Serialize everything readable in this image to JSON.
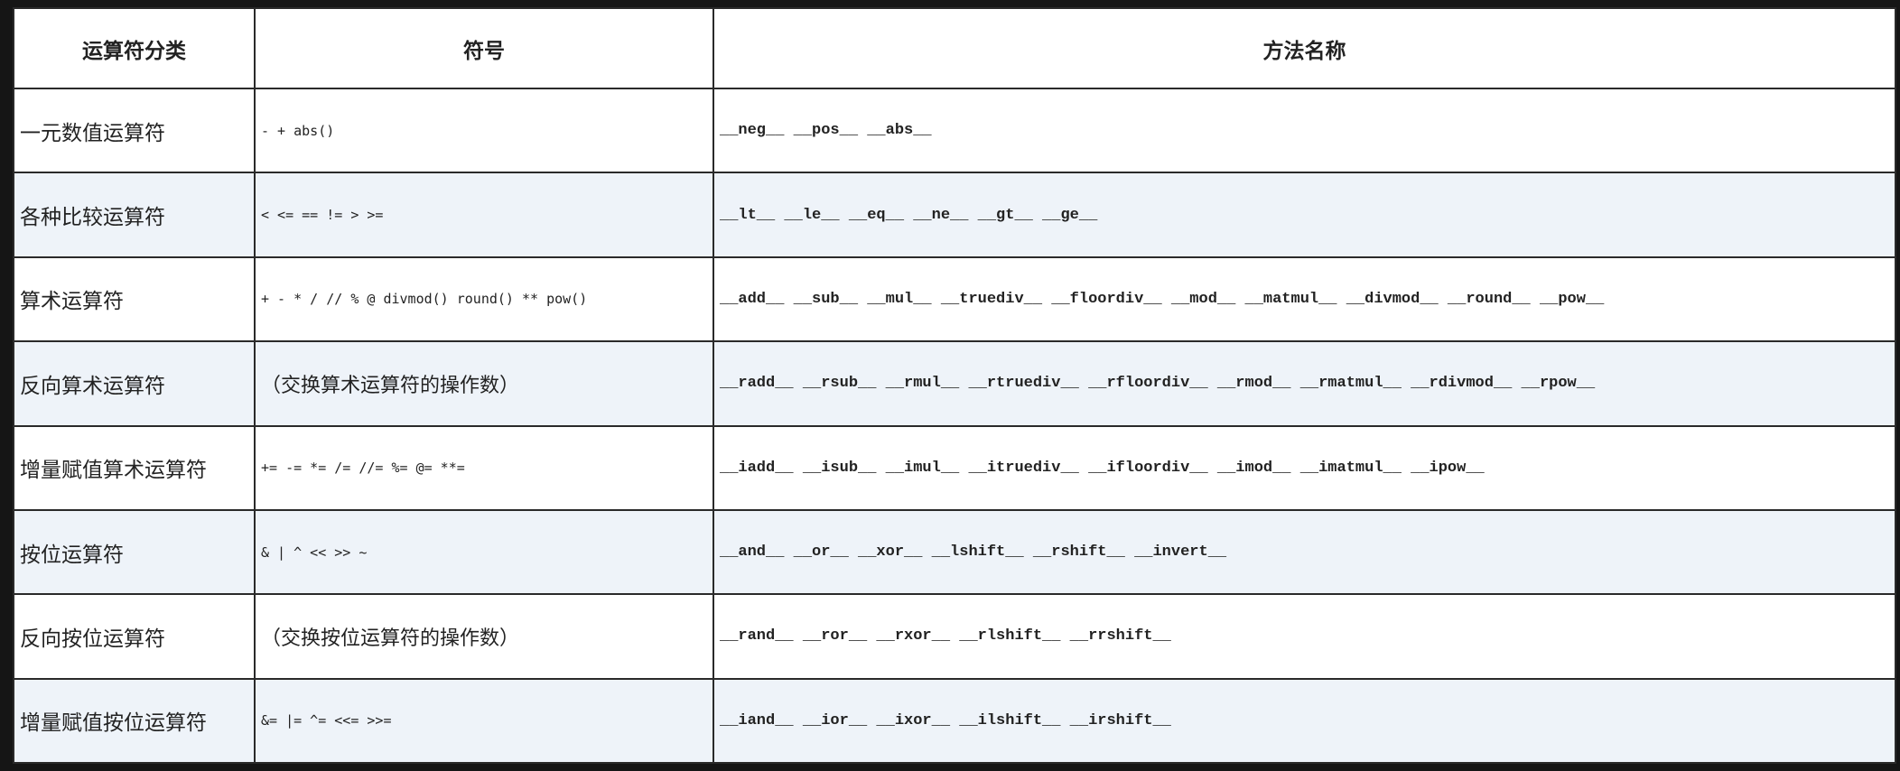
{
  "table": {
    "headers": [
      "运算符分类",
      "符号",
      "方法名称"
    ],
    "rows": [
      {
        "category": "一元数值运算符",
        "symbols": "- + abs()",
        "methods": "__neg__ __pos__ __abs__"
      },
      {
        "category": "各种比较运算符",
        "symbols": "< <= == != > >=",
        "methods": "__lt__ __le__ __eq__ __ne__ __gt__ __ge__"
      },
      {
        "category": "算术运算符",
        "symbols": "+ - * / // % @ divmod() round() ** pow()",
        "methods": "__add__ __sub__ __mul__ __truediv__ __floordiv__ __mod__ __matmul__ __divmod__ __round__ __pow__"
      },
      {
        "category": "反向算术运算符",
        "symbols": "（交换算术运算符的操作数）",
        "methods": "__radd__ __rsub__ __rmul__ __rtruediv__ __rfloordiv__ __rmod__ __rmatmul__ __rdivmod__ __rpow__"
      },
      {
        "category": "增量赋值算术运算符",
        "symbols": "+= -= *= /= //= %= @= **=",
        "methods": "__iadd__ __isub__ __imul__ __itruediv__ __ifloordiv__ __imod__ __imatmul__ __ipow__"
      },
      {
        "category": "按位运算符",
        "symbols": "& | ^ << >> ~",
        "methods": "__and__ __or__ __xor__ __lshift__ __rshift__ __invert__"
      },
      {
        "category": "反向按位运算符",
        "symbols": "（交换按位运算符的操作数）",
        "methods": "__rand__ __ror__ __rxor__ __rlshift__ __rrshift__"
      },
      {
        "category": "增量赋值按位运算符",
        "symbols": "&= |= ^= <<= >>=",
        "methods": "__iand__ __ior__ __ixor__ __ilshift__ __irshift__"
      }
    ]
  }
}
